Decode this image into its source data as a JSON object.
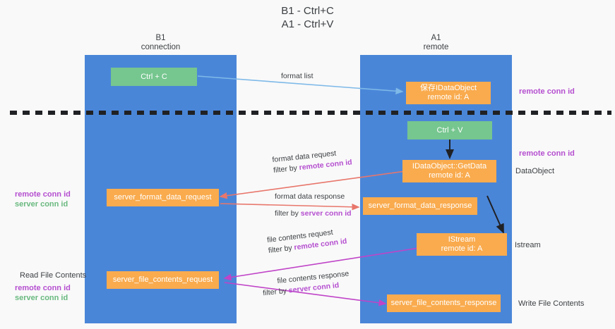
{
  "title": {
    "line1": "B1 - Ctrl+C",
    "line2": "A1 - Ctrl+V"
  },
  "lanes": [
    {
      "id": "b1",
      "name": "B1",
      "sub": "connection",
      "color": "#4a86d8"
    },
    {
      "id": "a1",
      "name": "A1",
      "sub": "remote",
      "color": "#4a86d8"
    }
  ],
  "boxes": {
    "ctrl_c": "Ctrl + C",
    "ctrl_v": "Ctrl + V",
    "save_idataobject_l1": "保存IDataObject",
    "save_idataobject_l2": "remote id: A",
    "getdata_l1": "IDataObject::GetData",
    "getdata_l2": "remote id: A",
    "istream_l1": "IStream",
    "istream_l2": "remote id: A",
    "server_format_data_request": "server_format_data_request",
    "server_format_data_response": "server_format_data_response",
    "server_file_contents_request": "server_file_contents_request",
    "server_file_contents_response": "server_file_contents_response"
  },
  "edges": {
    "format_list": "format list",
    "format_data_request": "format data request",
    "format_data_request_filter_prefix": "filter by ",
    "format_data_request_filter_key": "remote conn id",
    "format_data_response": "format data response",
    "format_data_response_filter_prefix": "filter by ",
    "format_data_response_filter_key": "server conn id",
    "file_contents_request": "file contents request",
    "file_contents_request_filter_prefix": "filter by ",
    "file_contents_request_filter_key": "remote conn id",
    "file_contents_response": "file contents response",
    "file_contents_response_filter_prefix": "filter by ",
    "file_contents_response_filter_key": "server conn id"
  },
  "annotations": {
    "right_top_remote_conn_id": "remote conn id",
    "right_mid_remote_conn_id": "remote conn id",
    "right_dataobject": "DataObject",
    "right_istream": "Istream",
    "right_write_file_contents": "Write File Contents",
    "left_remote_conn_id": "remote conn id",
    "left_server_conn_id": "server conn id",
    "left_read_file_contents": "Read File Contents",
    "left_bottom_remote_conn_id": "remote conn id",
    "left_bottom_server_conn_id": "server conn id"
  },
  "colors": {
    "lane": "#4a86d8",
    "green_box": "#76c68f",
    "orange_box": "#f9ab4e",
    "arrow_blue": "#7eb9e8",
    "arrow_red": "#e8766b",
    "arrow_magenta": "#c044c8",
    "arrow_black": "#202124",
    "accent_purple": "#b54fd0",
    "accent_green": "#69b97f",
    "background": "#f9f9f9"
  }
}
